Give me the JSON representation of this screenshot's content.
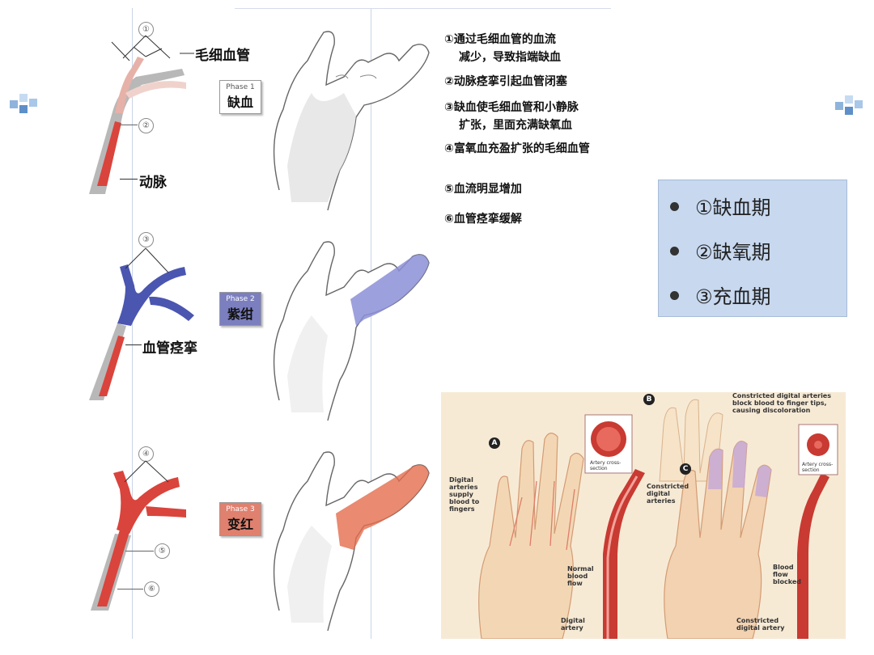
{
  "phases": [
    {
      "tag": "Phase 1",
      "name": "缺血",
      "color": "#ffffff",
      "tag_color": "#555555"
    },
    {
      "tag": "Phase 2",
      "name": "紫绀",
      "color": "#7b7fbf",
      "tag_color": "#ffffff"
    },
    {
      "tag": "Phase 3",
      "name": "变红",
      "color": "#e0806e",
      "tag_color": "#ffffff"
    }
  ],
  "labels": {
    "capillary": "毛细血管",
    "artery": "动脉",
    "vasospasm": "血管痉挛"
  },
  "circle_nums": [
    "①",
    "②",
    "③",
    "④",
    "⑤",
    "⑥"
  ],
  "notes": [
    {
      "num": "①",
      "lines": [
        "通过毛细血管的血流",
        "减少，导致指端缺血"
      ]
    },
    {
      "num": "②",
      "lines": [
        "动脉痉挛引起血管闭塞"
      ]
    },
    {
      "num": "③",
      "lines": [
        "缺血使毛细血管和小静脉",
        "扩张，里面充满缺氧血"
      ]
    },
    {
      "num": "④",
      "lines": [
        "富氧血充盈扩张的毛细血管"
      ]
    },
    {
      "num": "⑤",
      "lines": [
        "血流明显增加"
      ]
    },
    {
      "num": "⑥",
      "lines": [
        "血管痉挛缓解"
      ]
    }
  ],
  "legend": [
    "①缺血期",
    "②缺氧期",
    "③充血期"
  ],
  "illustration": {
    "panel_a": "A",
    "panel_b": "B",
    "panel_c": "C",
    "a_label": "Digital arteries supply blood to fingers",
    "a_cross": "Artery cross-section",
    "a_normal": "Normal blood flow",
    "a_digital": "Digital artery",
    "b_top": "Constricted digital arteries block blood to finger tips, causing discoloration",
    "c_label": "Constricted digital arteries",
    "c_cross": "Artery cross-section",
    "c_blocked": "Blood flow blocked",
    "c_bottom": "Constricted digital artery"
  },
  "colors": {
    "artery_red": "#d9443c",
    "vein_blue": "#4b56b0",
    "legend_bg": "#c7d8ef",
    "grid_line": "#c9d3e6"
  }
}
